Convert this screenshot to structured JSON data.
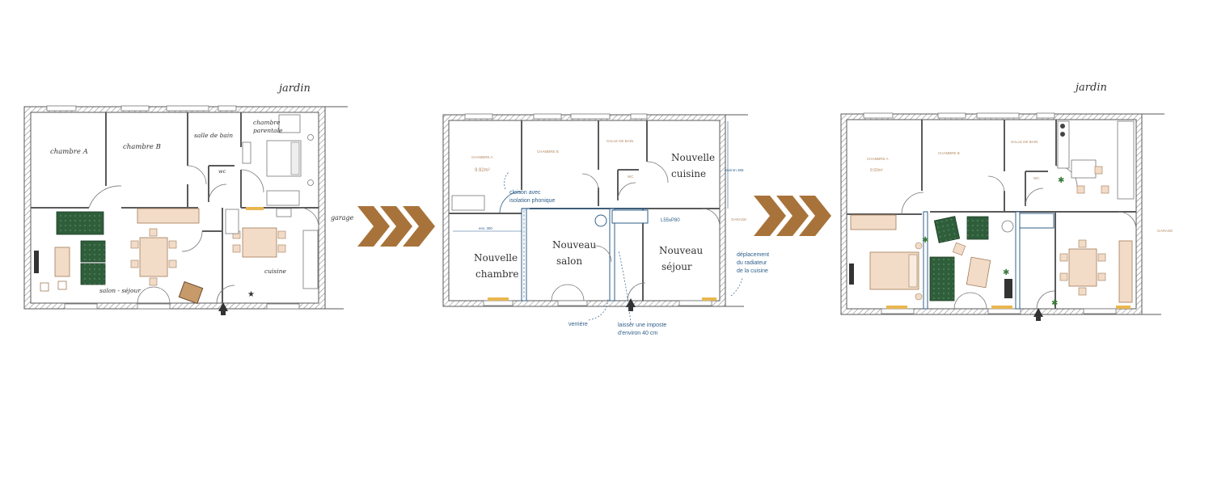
{
  "colors": {
    "wall": "#5a5a5a",
    "hatch": "#9a9a9a",
    "wood": "#f2dcc7",
    "sofa": "#2e5e3a",
    "arrow": "#a8733a",
    "blue": "#2f5f8a",
    "window": "#e9b650"
  },
  "plan1": {
    "garden": "jardin",
    "room_a": "chambre A",
    "room_b": "chambre B",
    "bath": "salle de bain",
    "wc": "wc",
    "master_line1": "chambre",
    "master_line2": "parentale",
    "garage": "garage",
    "living": "salon - séjour",
    "kitchen": "cuisine"
  },
  "plan2": {
    "room_a": "CHAMBRE A",
    "room_a_area": "9.92m²",
    "room_b": "CHAMBRE B",
    "bath": "SALLE DE BAIN",
    "wc": "WC",
    "kitchen_line1": "Nouvelle",
    "kitchen_line2": "cuisine",
    "new_room_line1": "Nouvelle",
    "new_room_line2": "chambre",
    "new_salon_line1": "Nouveau",
    "new_salon_line2": "salon",
    "new_sejour_line1": "Nouveau",
    "new_sejour_line2": "séjour",
    "garage": "GARAGE",
    "partition_line1": "cloison avec",
    "partition_line2": "isolation phonique",
    "radiator_line1": "déplacement",
    "radiator_line2": "du radiateur",
    "radiator_line3": "de la cuisine",
    "verriere": "verrière",
    "imposte_line1": "laisser une imposte",
    "imposte_line2": "d'environ 40 cm",
    "dimension_tag": "L55xP80",
    "wall_note_left": "env. 300",
    "wall_note_right": "environ 365"
  },
  "plan3": {
    "garden": "jardin",
    "room_a": "CHAMBRE A",
    "room_a_area": "9.92m²",
    "room_b": "CHAMBRE B",
    "bath": "SALLE DE BAIN",
    "wc": "WC",
    "garage": "GARAGE"
  }
}
